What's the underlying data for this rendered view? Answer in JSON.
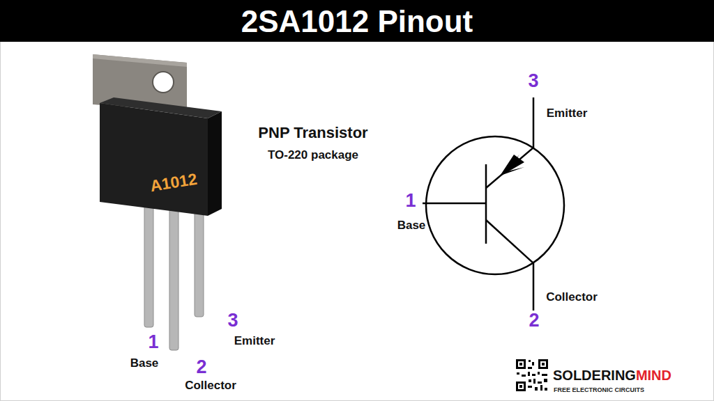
{
  "diagram": {
    "title": "2SA1012 Pinout",
    "nodes": [
      {
        "text": [
          "A1012"
        ]
      }
    ],
    "labels": [
      "PNP Transistor",
      "TO-220 package",
      "1",
      "Base",
      "2",
      "Collector",
      "3",
      "Emitter",
      "3",
      "Emitter",
      "1",
      "Base",
      "Collector",
      "2",
      "SOLDERING",
      "MIND",
      "FREE ELECTRONIC CIRCUITS"
    ]
  }
}
